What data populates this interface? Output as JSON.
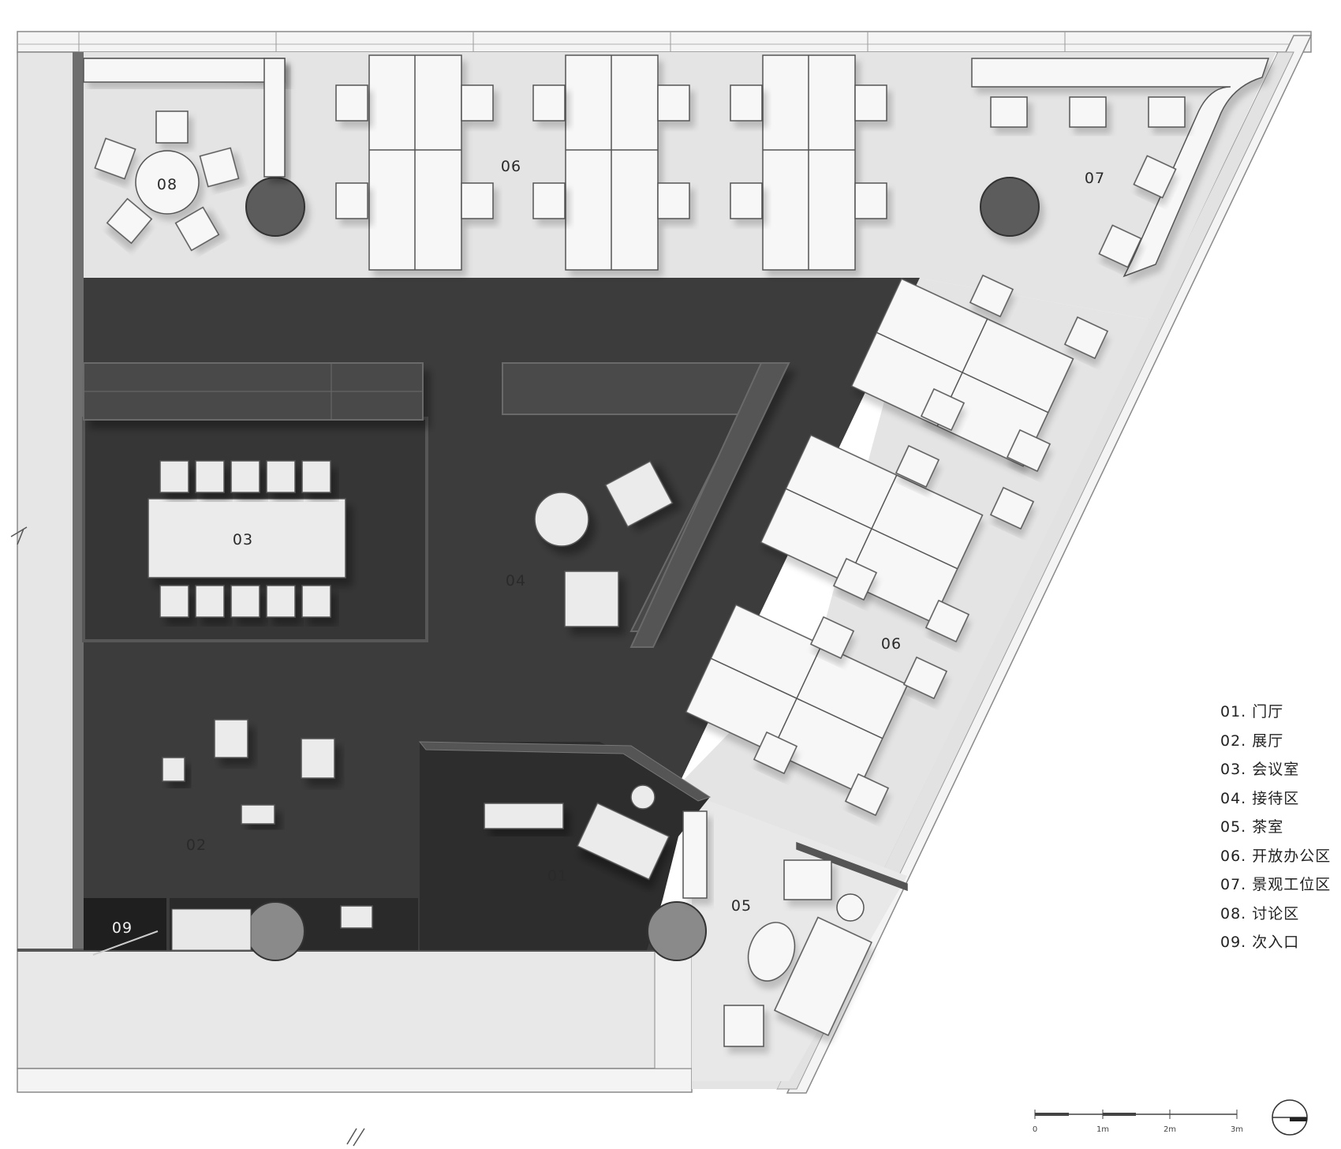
{
  "room_labels": {
    "r01": "01",
    "r02": "02",
    "r03": "03",
    "r04": "04",
    "r05": "05",
    "r06_top": "06",
    "r06_right": "06",
    "r07": "07",
    "r08": "08",
    "r09": "09"
  },
  "legend": {
    "items": [
      "01. 门厅",
      "02. 展厅",
      "03. 会议室",
      "04. 接待区",
      "05. 茶室",
      "06. 开放办公区",
      "07. 景观工位区",
      "08. 讨论区",
      "09. 次入口"
    ]
  },
  "scale_bar": {
    "ticks": [
      "0",
      "1m",
      "2m",
      "3m"
    ]
  },
  "colors": {
    "dark_floor": "#3d3d3d",
    "light_floor": "#e4e4e4",
    "furniture": "#f7f7f7",
    "column": "#5a5a5a",
    "wall": "#8c8c8c",
    "corridor": "#e9e9e9"
  }
}
